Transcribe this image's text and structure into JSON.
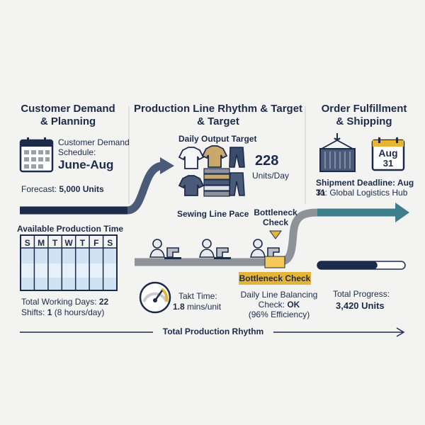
{
  "columns": {
    "demand": {
      "title_line1": "Customer Demand",
      "title_line2": "& Planning"
    },
    "production": {
      "title_line1": "Production Line Rhythm & Target",
      "title_line2": "& Target"
    },
    "fulfillment": {
      "title_line1": "Order Fulfillment",
      "title_line2": "& Shipping"
    }
  },
  "demand": {
    "schedule_label_line1": "Customer Demand",
    "schedule_label_line2": "Schedule:",
    "schedule_value": "June-Aug",
    "forecast_label": "Forecast: ",
    "forecast_value": "5,000 Units"
  },
  "production_time": {
    "title": "Available Production Time",
    "weekdays": [
      "S",
      "M",
      "T",
      "W",
      "T",
      "F",
      "S"
    ],
    "working_days_label": "Total Working Days: ",
    "working_days_value": "22",
    "shifts_label": "Shifts: ",
    "shifts_value": "1",
    "shifts_suffix": " (8 hours/day)"
  },
  "production": {
    "output_target_label": "Daily Output Target",
    "output_value": "228",
    "output_unit": "Units/Day",
    "sewing_pace_label": "Sewing Line Pace",
    "bottleneck_label_line1": "Bottleneck",
    "bottleneck_label_line2": "Check",
    "bottleneck_badge": "Bottleneck Check",
    "takt_label": "Takt Time:",
    "takt_value": "1.8",
    "takt_unit": " mins/unit",
    "balancing_line1": "Daily Line Balancing",
    "balancing_line2_label": "Check: ",
    "balancing_line2_value": "OK",
    "balancing_line3": "(96% Efficiency)"
  },
  "fulfillment": {
    "calendar_month": "Aug",
    "calendar_day": "31",
    "deadline_label": "Shipment Deadline: ",
    "deadline_value": "Aug 31",
    "destination": "To: Global Logistics Hub",
    "progress_label": "Total Progress:",
    "progress_value": "3,420 Units",
    "progress_fraction": 0.684
  },
  "footer": {
    "rhythm_label": "Total Production Rhythm"
  },
  "colors": {
    "navy": "#1d2b4a",
    "slate": "#4a5a78",
    "gray_track": "#8e9299",
    "teal": "#3d7e8c",
    "gold": "#e7b43a",
    "gold_light": "#f4c95a",
    "tan_shirt": "#c9a96b",
    "light_blue": "#cfe3f3"
  }
}
